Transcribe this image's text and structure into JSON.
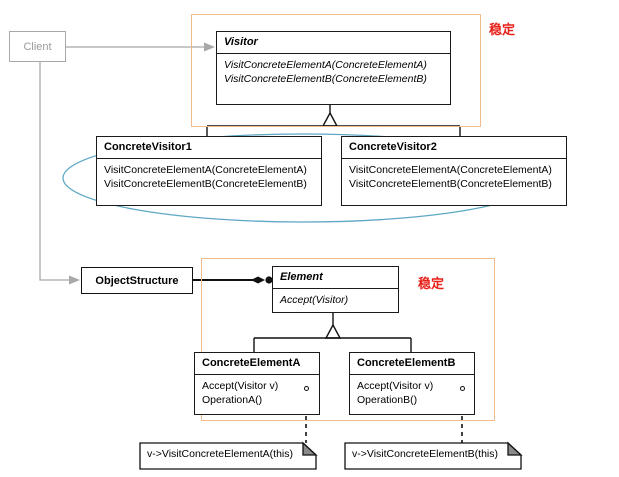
{
  "diagram": {
    "title": "Visitor Pattern UML Class Diagram",
    "colors": {
      "frame": "#f0bb8c",
      "ellipse": "#5fa8c4",
      "annotation": "#e8201a",
      "line": "#111111",
      "client_line": "#a8a8a8"
    }
  },
  "client": {
    "label": "Client"
  },
  "visitor": {
    "name": "Visitor",
    "operations": [
      "VisitConcreteElementA(ConcreteElementA)",
      "VisitConcreteElementB(ConcreteElementB)"
    ]
  },
  "concrete_visitor_1": {
    "name": "ConcreteVisitor1",
    "operations": [
      "VisitConcreteElementA(ConcreteElementA)",
      "VisitConcreteElementB(ConcreteElementB)"
    ]
  },
  "concrete_visitor_2": {
    "name": "ConcreteVisitor2",
    "operations": [
      "VisitConcreteElementA(ConcreteElementA)",
      "VisitConcreteElementB(ConcreteElementB)"
    ]
  },
  "object_structure": {
    "name": "ObjectStructure"
  },
  "element": {
    "name": "Element",
    "operations": [
      "Accept(Visitor)"
    ]
  },
  "concrete_element_a": {
    "name": "ConcreteElementA",
    "operations": [
      "Accept(Visitor v)",
      "OperationA()"
    ]
  },
  "concrete_element_b": {
    "name": "ConcreteElementB",
    "operations": [
      "Accept(Visitor v)",
      "OperationB()"
    ]
  },
  "notes": {
    "note_a": "v->VisitConcreteElementA(this)",
    "note_b": "v->VisitConcreteElementB(this)"
  },
  "annotations": {
    "stable_top": "稳定",
    "stable_bottom": "稳定"
  }
}
